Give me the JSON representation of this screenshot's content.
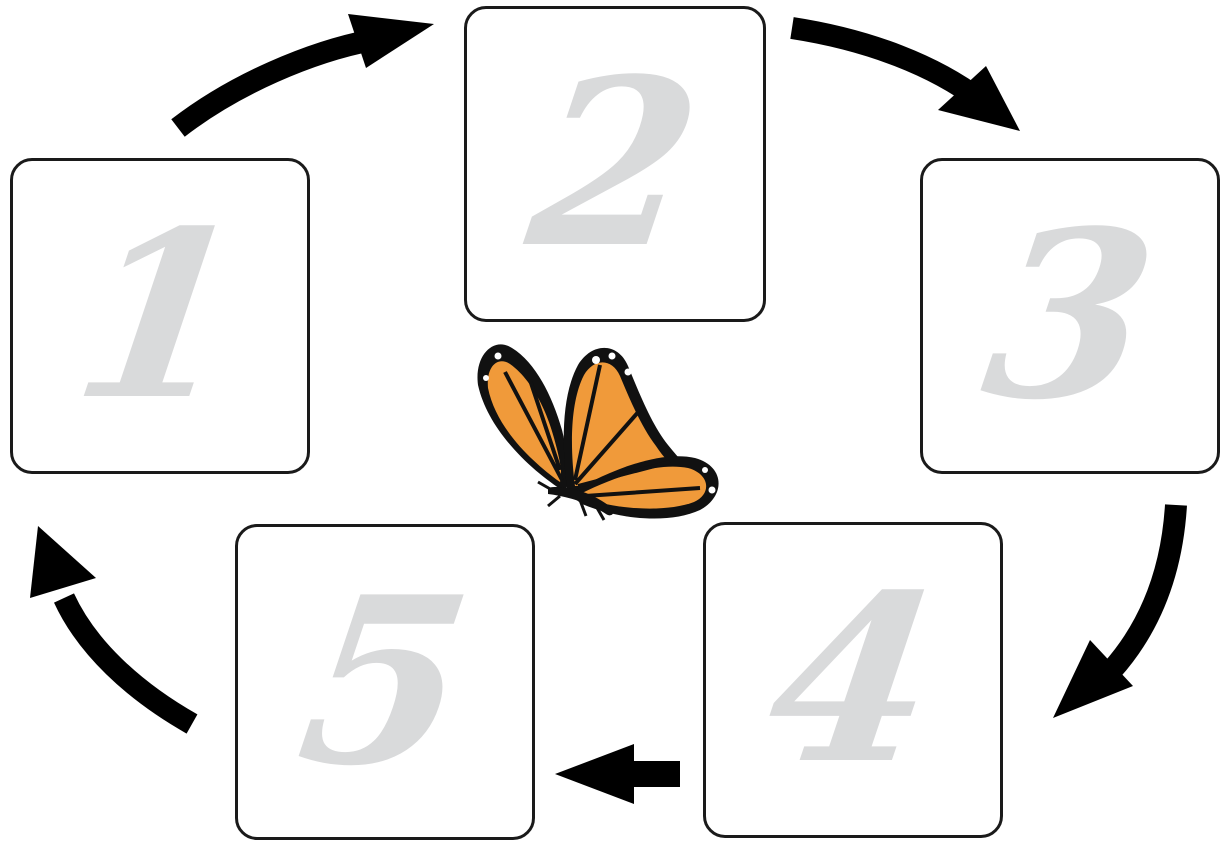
{
  "diagram": {
    "type": "cycle",
    "colors": {
      "box_border": "#1a1a1a",
      "number_fill": "#d9dadb",
      "arrow_fill": "#000000",
      "butterfly_orange": "#f09a3a",
      "butterfly_black": "#111111"
    },
    "steps": [
      {
        "label": "1"
      },
      {
        "label": "2"
      },
      {
        "label": "3"
      },
      {
        "label": "4"
      },
      {
        "label": "5"
      }
    ],
    "arrows": [
      {
        "from": "1",
        "to": "2"
      },
      {
        "from": "2",
        "to": "3"
      },
      {
        "from": "3",
        "to": "4"
      },
      {
        "from": "4",
        "to": "5"
      },
      {
        "from": "5",
        "to": "1"
      }
    ],
    "center_image": "butterfly-icon"
  }
}
